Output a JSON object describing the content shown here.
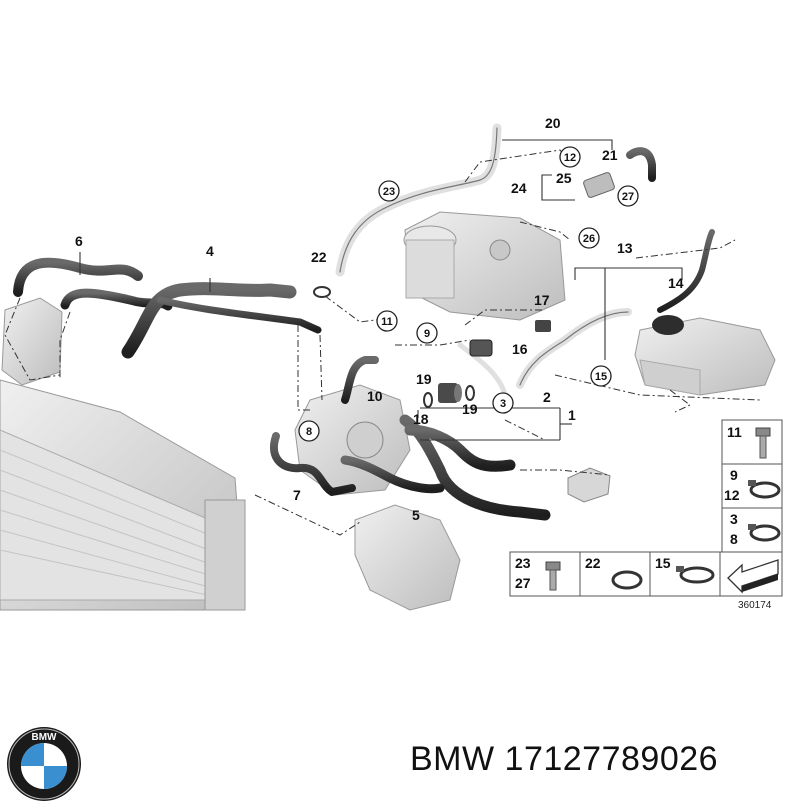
{
  "diagram": {
    "callouts": [
      {
        "id": "c20",
        "label": "20",
        "circled": false
      },
      {
        "id": "c12a",
        "label": "12",
        "circled": true
      },
      {
        "id": "c21",
        "label": "21",
        "circled": false
      },
      {
        "id": "c25",
        "label": "25",
        "circled": false
      },
      {
        "id": "c24",
        "label": "24",
        "circled": false
      },
      {
        "id": "c27a",
        "label": "27",
        "circled": true
      },
      {
        "id": "c23a",
        "label": "23",
        "circled": true
      },
      {
        "id": "c26",
        "label": "26",
        "circled": true
      },
      {
        "id": "c6",
        "label": "6",
        "circled": false
      },
      {
        "id": "c4",
        "label": "4",
        "circled": false
      },
      {
        "id": "c22a",
        "label": "22",
        "circled": false
      },
      {
        "id": "c13",
        "label": "13",
        "circled": false
      },
      {
        "id": "c14",
        "label": "14",
        "circled": false
      },
      {
        "id": "c17",
        "label": "17",
        "circled": false
      },
      {
        "id": "c11a",
        "label": "11",
        "circled": true
      },
      {
        "id": "c9a",
        "label": "9",
        "circled": true
      },
      {
        "id": "c16",
        "label": "16",
        "circled": false
      },
      {
        "id": "c15a",
        "label": "15",
        "circled": true
      },
      {
        "id": "c19a",
        "label": "19",
        "circled": false
      },
      {
        "id": "c19b",
        "label": "19",
        "circled": false
      },
      {
        "id": "c10",
        "label": "10",
        "circled": false
      },
      {
        "id": "c18",
        "label": "18",
        "circled": false
      },
      {
        "id": "c3a",
        "label": "3",
        "circled": true
      },
      {
        "id": "c2",
        "label": "2",
        "circled": false
      },
      {
        "id": "c1",
        "label": "1",
        "circled": false
      },
      {
        "id": "c8a",
        "label": "8",
        "circled": true
      },
      {
        "id": "c7",
        "label": "7",
        "circled": false
      },
      {
        "id": "c5",
        "label": "5",
        "circled": false
      }
    ],
    "legend": {
      "cells": [
        {
          "id": "l11",
          "labels": [
            "11"
          ],
          "icon": "bolt-icon"
        },
        {
          "id": "l9",
          "labels": [
            "9",
            "12"
          ],
          "icon": "hose-clamp-icon"
        },
        {
          "id": "l3",
          "labels": [
            "3",
            "8"
          ],
          "icon": "hose-clamp-icon"
        },
        {
          "id": "l23",
          "labels": [
            "23",
            "27"
          ],
          "icon": "bolt-icon"
        },
        {
          "id": "l22",
          "labels": [
            "22"
          ],
          "icon": "o-ring-icon"
        },
        {
          "id": "l15",
          "labels": [
            "15"
          ],
          "icon": "hose-clamp-icon"
        },
        {
          "id": "larrow",
          "labels": [],
          "icon": "direction-arrow-icon"
        }
      ]
    },
    "reference_number": "360174"
  },
  "footer": {
    "brand": "BMW",
    "part_number": "17127789026",
    "logo_letters": "BMW"
  },
  "colors": {
    "hose": "#2a2a2a",
    "component": "#d8d8d8",
    "line": "#333333",
    "logo_blue": "#3a8fd0"
  }
}
